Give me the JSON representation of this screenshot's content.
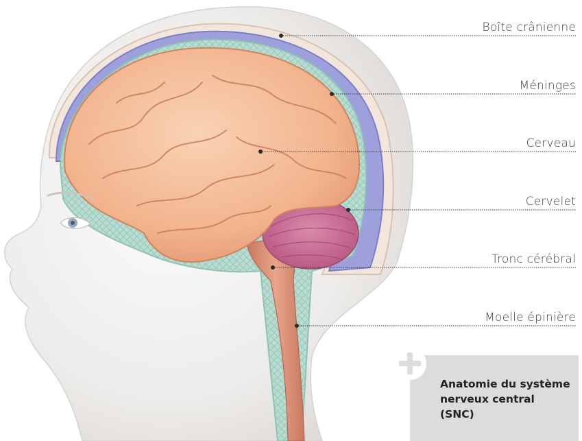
{
  "labels": [
    {
      "id": "skull",
      "text": "Boîte crânienne"
    },
    {
      "id": "meninges",
      "text": "Méninges"
    },
    {
      "id": "cerebrum",
      "text": "Cerveau"
    },
    {
      "id": "cerebellum",
      "text": "Cervelet"
    },
    {
      "id": "brainstem",
      "text": "Tronc cérébral"
    },
    {
      "id": "spinal-cord",
      "text": "Moelle épinière"
    }
  ],
  "card": {
    "title": "Anatomie du système nerveux central (SNC)",
    "icon": "plus-icon"
  },
  "colors": {
    "skin": "#f0eeec",
    "meninges": "#8f90d6",
    "csf_mesh": "#a9d3c8",
    "brain": "#f3b58f",
    "cerebellum": "#c7678f",
    "brainstem": "#d88c72",
    "leader_line": "#3b3b3b",
    "card": "#dcdcdc"
  }
}
